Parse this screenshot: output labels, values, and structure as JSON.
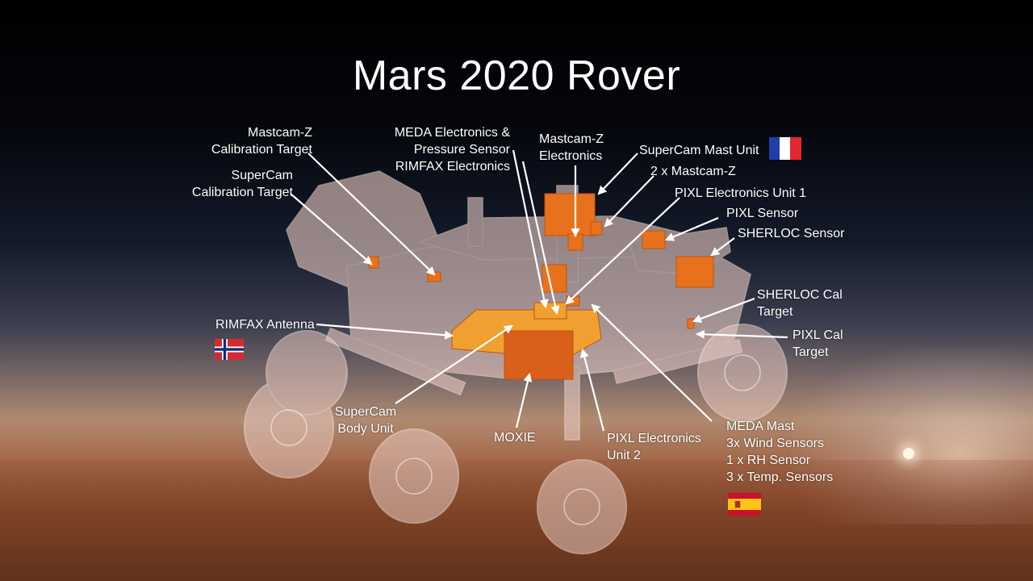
{
  "title": "Mars 2020 Rover",
  "labels": {
    "mastcam_cal": [
      "Mastcam-Z",
      "Calibration Target"
    ],
    "supercam_cal": [
      "SuperCam",
      "Calibration Target"
    ],
    "meda_electronics": [
      "MEDA Electronics &",
      "Pressure Sensor",
      "RIMFAX Electronics"
    ],
    "mastcam_electronics": [
      "Mastcam-Z",
      "Electronics"
    ],
    "supercam_mast": "SuperCam Mast Unit",
    "mastcam_2x": "2 x Mastcam-Z",
    "pixl_eu1": "PIXL Electronics Unit 1",
    "pixl_sensor": "PIXL Sensor",
    "sherloc_sensor": "SHERLOC Sensor",
    "sherloc_cal": [
      "SHERLOC Cal",
      "Target"
    ],
    "pixl_cal": [
      "PIXL Cal",
      "Target"
    ],
    "rimfax_antenna": "RIMFAX Antenna",
    "supercam_body": [
      "SuperCam",
      "Body Unit"
    ],
    "moxie": "MOXIE",
    "pixl_eu2": [
      "PIXL Electronics",
      "Unit 2"
    ],
    "meda_mast": [
      "MEDA Mast",
      "3x Wind Sensors",
      "1 x RH Sensor",
      "3 x Temp. Sensors"
    ]
  },
  "flags": {
    "france": "france-flag",
    "norway": "norway-flag",
    "spain": "spain-flag"
  },
  "colors": {
    "instrument": "#e8721c",
    "rover_body": "#e6c8c0",
    "arrow": "#ffffff"
  }
}
